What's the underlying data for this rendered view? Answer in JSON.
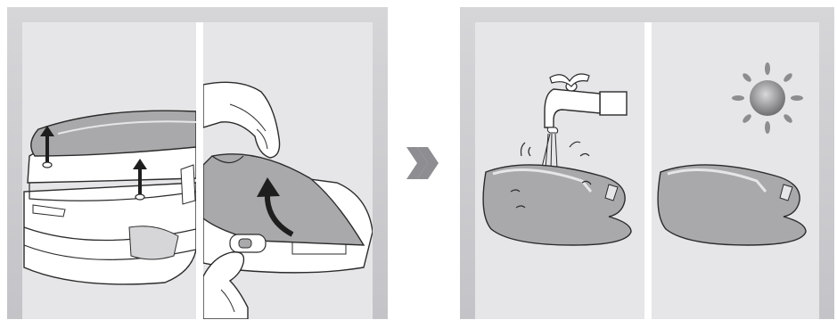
{
  "diagram": {
    "steps": [
      {
        "id": "step-1",
        "cells": [
          "lift-off-mop-holder",
          "remove-mop-cloth"
        ]
      },
      {
        "id": "step-2",
        "cells": [
          "rinse-mop-under-tap",
          "dry-mop-in-sun"
        ]
      }
    ],
    "connector_icon": "double-chevron-right-icon",
    "colors": {
      "frame": "#c9c9cc",
      "panel_bg": "#e6e6e8",
      "mop_fill": "#a9a9ab",
      "line": "#2b2b2b",
      "arrow": "#1e1e1e",
      "sun": "#8d8d90"
    }
  }
}
